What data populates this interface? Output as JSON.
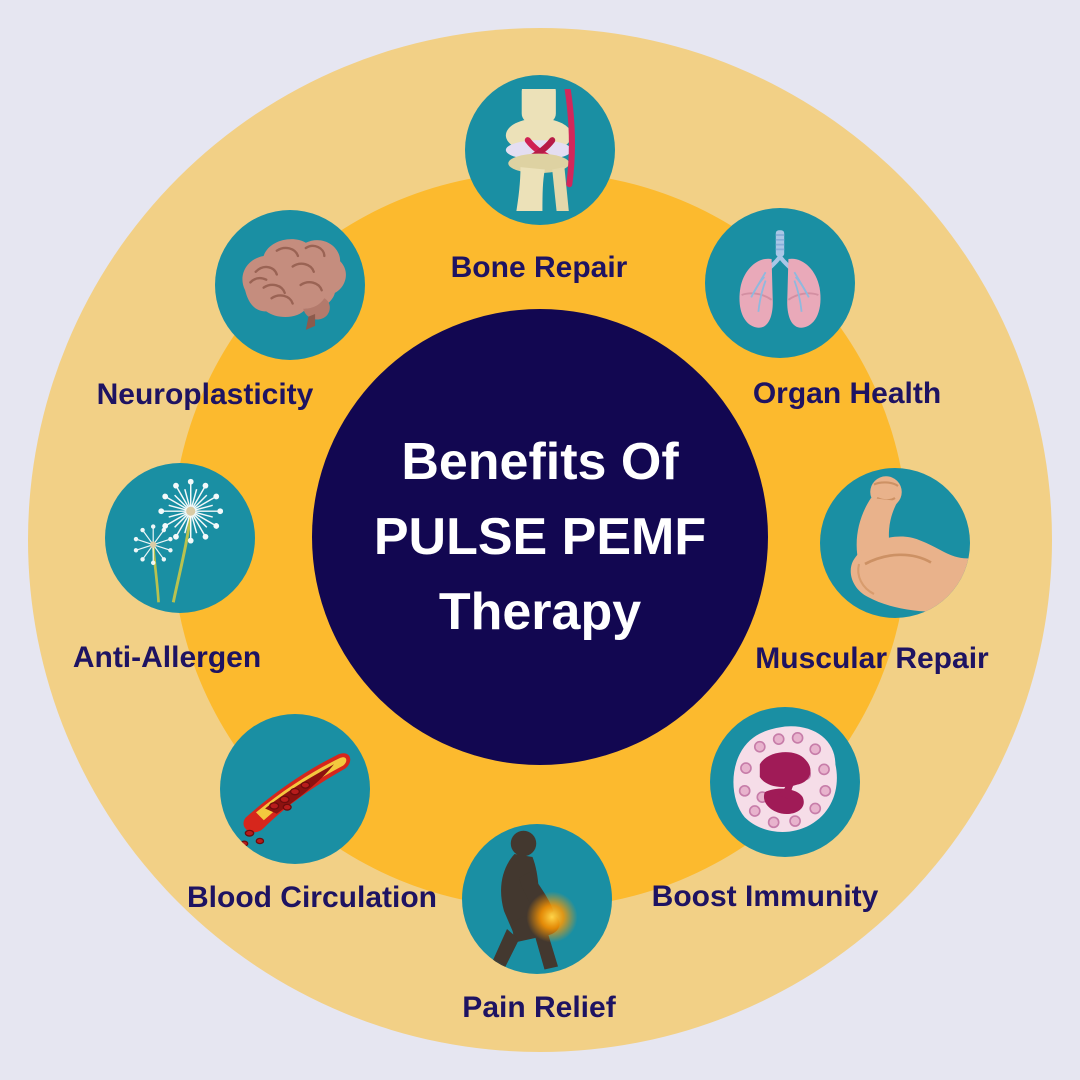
{
  "title": {
    "line1": "Benefits Of",
    "line2": "PULSE PEMF",
    "line3": "Therapy"
  },
  "items": [
    {
      "label": "Bone Repair",
      "icon": "knee-joint-icon"
    },
    {
      "label": "Organ Health",
      "icon": "lungs-icon"
    },
    {
      "label": "Muscular Repair",
      "icon": "bicep-arm-icon"
    },
    {
      "label": "Boost Immunity",
      "icon": "white-blood-cell-icon"
    },
    {
      "label": "Pain Relief",
      "icon": "knee-pain-figure-icon"
    },
    {
      "label": "Blood Circulation",
      "icon": "blood-vessel-icon"
    },
    {
      "label": "Anti-Allergen",
      "icon": "dandelion-icon"
    },
    {
      "label": "Neuroplasticity",
      "icon": "brain-icon"
    }
  ],
  "colors": {
    "background": "#e6e6f1",
    "outer_ring": "#f2d086",
    "inner_ring": "#fcba2e",
    "center_circle": "#120751",
    "icon_circle": "#1a8fa3",
    "label_text": "#1e1362",
    "title_text": "#ffffff"
  }
}
